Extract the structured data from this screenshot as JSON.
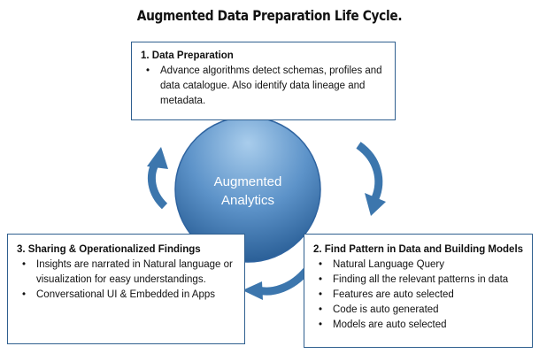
{
  "title": "Augmented Data Preparation Life Cycle.",
  "center": {
    "line1": "Augmented",
    "line2": "Analytics"
  },
  "colors": {
    "circle_light": "#9ec4e6",
    "circle_dark": "#2e6aa6",
    "arrow": "#3c76ad",
    "box_border": "#2f5f8f"
  },
  "boxes": {
    "data_preparation": {
      "heading": "1. Data Preparation",
      "bullets": [
        "Advance algorithms detect schemas, profiles and data catalogue. Also identify data lineage and metadata."
      ]
    },
    "find_pattern": {
      "heading": "2. Find Pattern in Data and Building Models",
      "bullets": [
        "Natural Language Query",
        "Finding all the relevant patterns in data",
        "Features are auto selected",
        "Code is auto generated",
        "Models are auto selected"
      ]
    },
    "sharing": {
      "heading": "3. Sharing & Operationalized Findings",
      "bullets": [
        "Insights are narrated in Natural language or visualization for easy understandings.",
        "Conversational UI & Embedded in Apps"
      ]
    }
  }
}
